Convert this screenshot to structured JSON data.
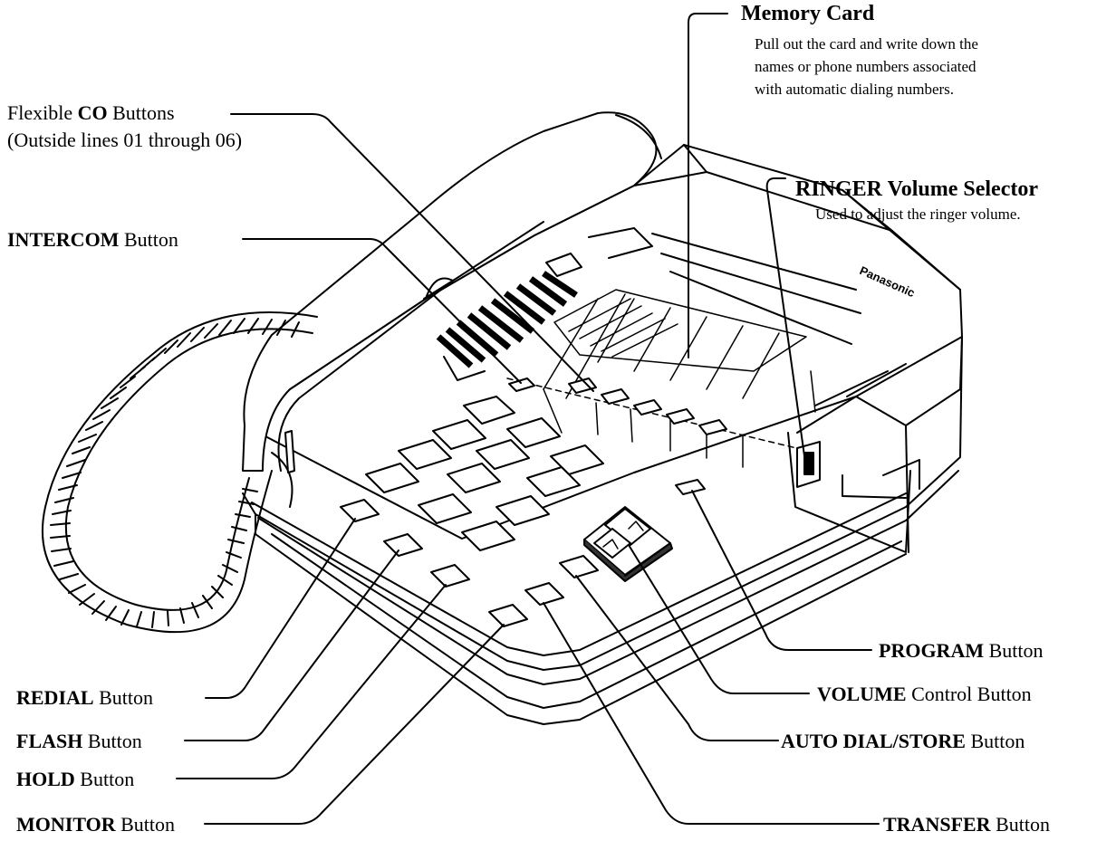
{
  "brand": "Panasonic",
  "labels": {
    "memory_card": {
      "title": "Memory Card",
      "desc": [
        "Pull out the card and write down the",
        "names or phone numbers associated",
        "with automatic dialing numbers."
      ]
    },
    "flexible_co": {
      "bold": "Flexible CO",
      "prefix": "Flexible ",
      "bold_part": "CO",
      "suffix": " Buttons",
      "line2": "(Outside lines 01 through 06)"
    },
    "ringer": {
      "title": "RINGER Volume Selector",
      "desc": "Used to adjust the ringer volume."
    },
    "intercom": {
      "bold": "INTERCOM",
      "suffix": " Button"
    },
    "redial": {
      "bold": "REDIAL",
      "suffix": " Button"
    },
    "flash": {
      "bold": "FLASH",
      "suffix": " Button"
    },
    "hold": {
      "bold": "HOLD",
      "suffix": " Button"
    },
    "monitor": {
      "bold": "MONITOR",
      "suffix": " Button"
    },
    "program": {
      "bold": "PROGRAM",
      "suffix": " Button"
    },
    "volume": {
      "bold": "VOLUME",
      "suffix": " Control Button"
    },
    "auto_dial": {
      "bold": "AUTO DIAL/STORE",
      "suffix": " Button"
    },
    "transfer": {
      "bold": "TRANSFER",
      "suffix": " Button"
    }
  },
  "icons": {
    "volume_up": "chevron-up-icon",
    "volume_down": "chevron-down-icon"
  }
}
